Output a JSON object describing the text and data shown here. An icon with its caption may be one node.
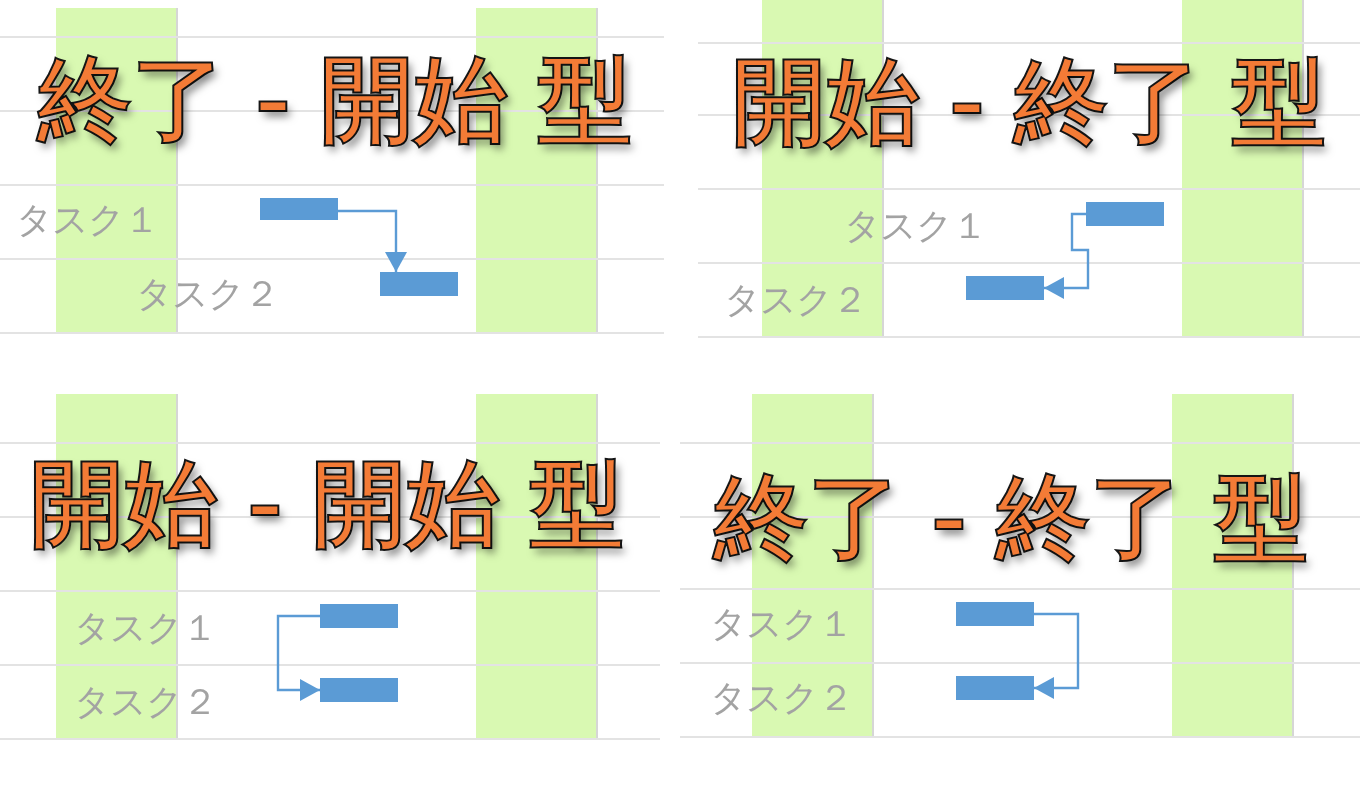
{
  "diagram": {
    "nodes": [
      {
        "text": [
          "終了 - 開始 型"
        ]
      },
      {
        "text": [],
        "shape": "bar",
        "in": 0
      },
      {
        "text": [],
        "shape": "bar",
        "in": 0
      },
      {
        "text": [
          "開始 - 終了 型"
        ]
      },
      {
        "text": [],
        "shape": "bar",
        "in": 3
      },
      {
        "text": [],
        "shape": "bar",
        "in": 3
      },
      {
        "text": [
          "開始 - 開始 型"
        ]
      },
      {
        "text": [],
        "shape": "bar",
        "in": 6
      },
      {
        "text": [],
        "shape": "bar",
        "in": 6
      },
      {
        "text": [
          "終了 - 終了 型"
        ]
      },
      {
        "text": [],
        "shape": "bar",
        "in": 9
      },
      {
        "text": [],
        "shape": "bar",
        "in": 9
      }
    ],
    "edges": [
      {
        "from": 1,
        "to": 2,
        "arrow": "to"
      },
      {
        "from": 4,
        "to": 5,
        "arrow": "to"
      },
      {
        "from": 7,
        "to": 8,
        "arrow": "to"
      },
      {
        "from": 10,
        "to": 11,
        "arrow": "to"
      }
    ],
    "labels": [
      "タスク１",
      "タスク２",
      "タスク１",
      "タスク２",
      "タスク１",
      "タスク２",
      "タスク１",
      "タスク２"
    ]
  }
}
